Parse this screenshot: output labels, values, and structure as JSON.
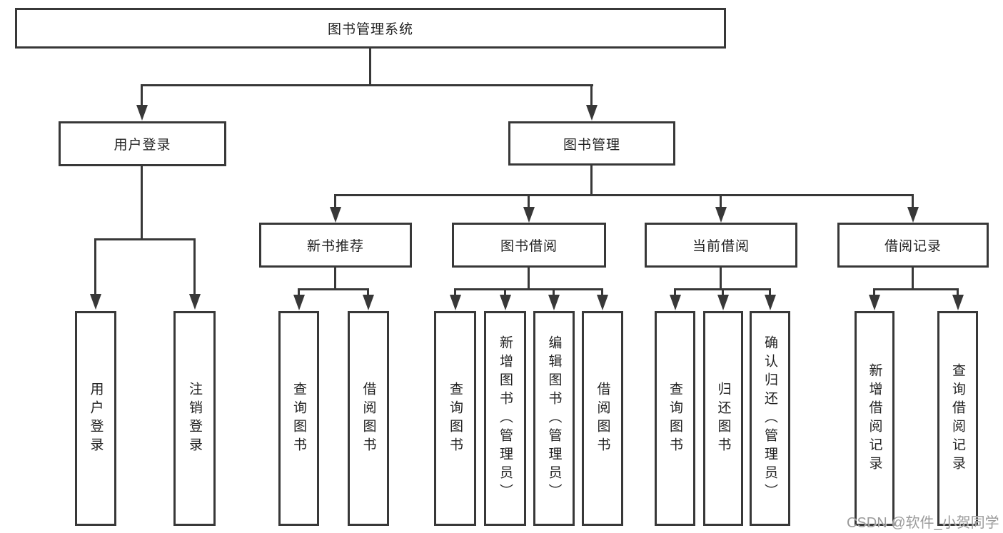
{
  "root": {
    "label": "图书管理系统"
  },
  "level1": {
    "user_login": {
      "label": "用户登录"
    },
    "book_management": {
      "label": "图书管理"
    }
  },
  "level2": {
    "new_books": {
      "label": "新书推荐"
    },
    "borrowing": {
      "label": "图书借阅"
    },
    "current": {
      "label": "当前借阅"
    },
    "records": {
      "label": "借阅记录"
    }
  },
  "leaves": {
    "login": {
      "label": "用户登录"
    },
    "logout": {
      "label": "注销登录"
    },
    "nb_query": {
      "label": "查询图书"
    },
    "nb_borrow": {
      "label": "借阅图书"
    },
    "bw_query": {
      "label": "查询图书"
    },
    "bw_add": {
      "label": "新增图书（管理员）"
    },
    "bw_edit": {
      "label": "编辑图书（管理员）"
    },
    "bw_borrow": {
      "label": "借阅图书"
    },
    "cur_query": {
      "label": "查询图书"
    },
    "cur_return": {
      "label": "归还图书"
    },
    "cur_confirm": {
      "label": "确认归还（管理员）"
    },
    "rec_add": {
      "label": "新增借阅记录"
    },
    "rec_query": {
      "label": "查询借阅记录"
    }
  },
  "watermark": {
    "text": "CSDN @软件_小贺同学"
  },
  "colors": {
    "line": "#383838",
    "box_border": "#383838",
    "text": "#222222",
    "watermark": "#9b9b9b",
    "background": "#ffffff"
  }
}
